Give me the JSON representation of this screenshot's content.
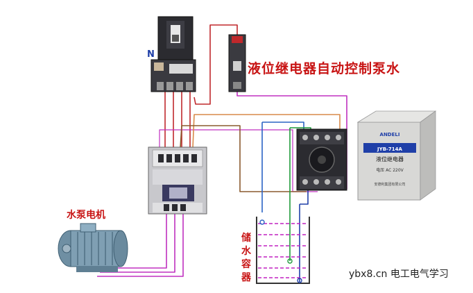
{
  "labels": {
    "title": "液位继电器自动控制泵水",
    "n": "N",
    "motor": "水泵电机",
    "tank": "储水容器",
    "watermark": "ybx8.cn 电工电气学习"
  },
  "relay_module": {
    "brand": "ANDELI",
    "model": "JYB-714A",
    "name": "液位继电器",
    "voltage": "电压 AC 220V",
    "maker": "安德利集团有限公司"
  },
  "colors": {
    "title": "#c81414",
    "n_label": "#1f3fa8",
    "wire_red": "#c0282c",
    "wire_magenta": "#c030c0",
    "wire_brown": "#8a5a2e",
    "wire_orange": "#d88a4a",
    "wire_blue": "#2a63c4",
    "wire_green": "#1f9a3a",
    "wire_darkblue": "#1f3fa8",
    "device_dark": "#2b2b30",
    "water_level": "#c020c0"
  }
}
